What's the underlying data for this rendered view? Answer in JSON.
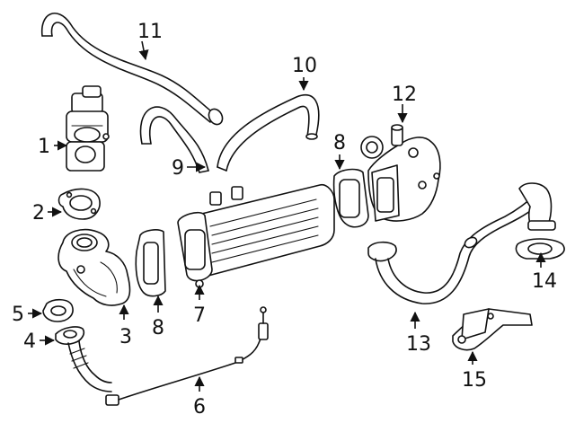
{
  "callouts": [
    {
      "id": "1",
      "text": "1"
    },
    {
      "id": "2",
      "text": "2"
    },
    {
      "id": "3",
      "text": "3"
    },
    {
      "id": "4",
      "text": "4"
    },
    {
      "id": "5",
      "text": "5"
    },
    {
      "id": "6",
      "text": "6"
    },
    {
      "id": "7",
      "text": "7"
    },
    {
      "id": "8a",
      "text": "8"
    },
    {
      "id": "8b",
      "text": "8"
    },
    {
      "id": "9",
      "text": "9"
    },
    {
      "id": "10",
      "text": "10"
    },
    {
      "id": "11",
      "text": "11"
    },
    {
      "id": "12",
      "text": "12"
    },
    {
      "id": "13",
      "text": "13"
    },
    {
      "id": "14",
      "text": "14"
    },
    {
      "id": "15",
      "text": "15"
    }
  ]
}
